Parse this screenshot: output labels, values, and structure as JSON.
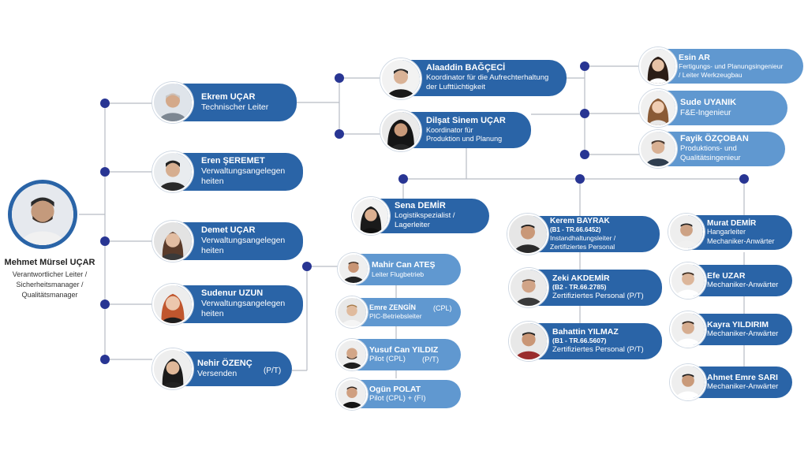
{
  "root": {
    "name": "Mehmet Mürsel UÇAR",
    "role": "Verantwortlicher Leiter /\nSicherheitsmanager /\nQualitätsmanager"
  },
  "people": {
    "ekrem": {
      "name": "Ekrem UÇAR",
      "role": "Technischer Leiter"
    },
    "eren": {
      "name": "Eren ŞEREMET",
      "role1": "Verwaltungsangelegen",
      "role2": "heiten"
    },
    "demet": {
      "name": "Demet UÇAR",
      "role1": "Verwaltungsangelegen",
      "role2": "heiten"
    },
    "sudenur": {
      "name": "Sudenur UZUN",
      "role1": "Verwaltungsangelegen",
      "role2": "heiten"
    },
    "nehir": {
      "name": "Nehir ÖZENÇ",
      "role": "Versenden",
      "tag": "(P/T)"
    },
    "alaaddin": {
      "name": "Alaaddin BAĞÇECİ",
      "role1": "Koordinator für die Aufrechterhaltung",
      "role2": "der Lufttüchtigkeit"
    },
    "dilsat": {
      "name": "Dilşat Sinem UÇAR",
      "role1": "Koordinator für",
      "role2": "Produktion und Planung"
    },
    "esin": {
      "name": "Esin AR",
      "role1": "Fertigungs- und Planungsingenieur",
      "role2": "/ Leiter Werkzeugbau"
    },
    "sude": {
      "name": "Sude UYANIK",
      "role": "F&E-Ingenieur"
    },
    "fayik": {
      "name": "Fayik ÖZÇOBAN",
      "role1": "Produktions- und",
      "role2": "Qualitätsingenieur"
    },
    "sena": {
      "name": "Sena DEMİR",
      "role1": "Logistikspezialist /",
      "role2": "Lagerleiter"
    },
    "mahir": {
      "name": "Mahir Can ATEŞ",
      "role": "Leiter Flugbetrieb"
    },
    "emre": {
      "name": "Emre ZENGİN",
      "tag": "(CPL)",
      "role": "PIC-Betriebsleiter"
    },
    "yusuf": {
      "name": "Yusuf Can YILDIZ",
      "role": "Pilot (CPL)",
      "tag": "(P/T)"
    },
    "ogun": {
      "name": "Ogün POLAT",
      "role": "Pilot (CPL) + (FI)"
    },
    "kerem": {
      "name": "Kerem BAYRAK",
      "detail": "(B1 - TR.66.6452)",
      "role1": "Instandhaltungsleiter /",
      "role2": "Zertifiziertes Personal"
    },
    "zeki": {
      "name": "Zeki AKDEMİR",
      "detail": "(B2 - TR.66.2785)",
      "role": "Zertifiziertes Personal (P/T)"
    },
    "bahattin": {
      "name": "Bahattin YILMAZ",
      "detail": "(B1 - TR.66.5607)",
      "role": "Zertifiziertes Personal (P/T)"
    },
    "murat": {
      "name": "Murat DEMİR",
      "role1": "Hangarleiter",
      "role2": "Mechaniker-Anwärter"
    },
    "efe": {
      "name": "Efe UZAR",
      "role": "Mechaniker-Anwärter"
    },
    "kayra": {
      "name": "Kayra YILDIRIM",
      "role": "Mechaniker-Anwärter"
    },
    "ahmet": {
      "name": "Ahmet Emre SARI",
      "role": "Mechaniker-Anwärter"
    }
  },
  "colors": {
    "card_dark": "#2a64a7",
    "card_light": "#6098d0",
    "connector": "#b8bcc4",
    "node_dot": "#283593"
  }
}
